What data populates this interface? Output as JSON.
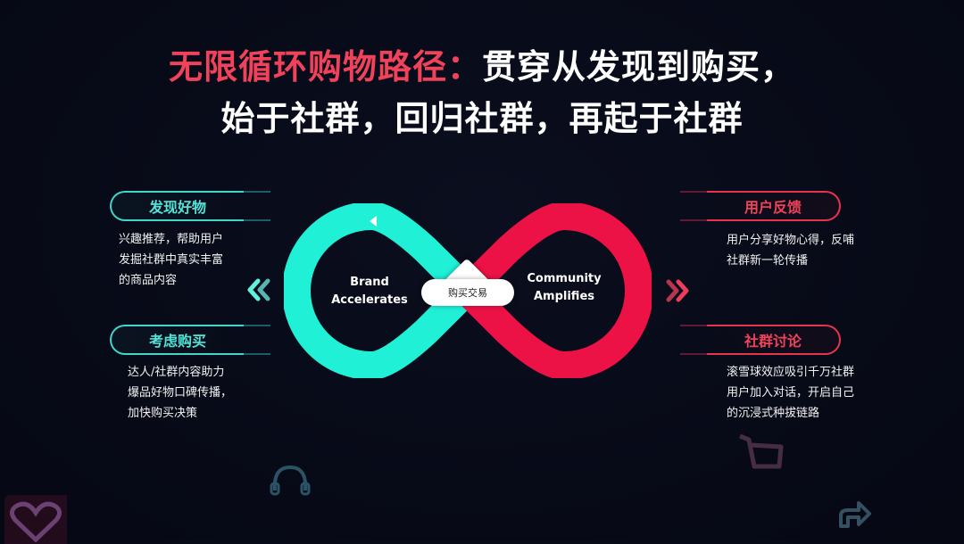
{
  "title": {
    "line1_highlight": "无限循环购物路径：",
    "line1_rest": "贯穿从发现到购买，",
    "line2": "始于社群，回归社群，再起于社群"
  },
  "left": {
    "items": [
      {
        "label": "发现好物",
        "desc": [
          "兴趣推荐，帮助用户",
          "发掘社群中真实丰富",
          "的商品内容"
        ]
      },
      {
        "label": "考虑购买",
        "desc": [
          "达人/社群内容助力",
          "爆品好物口碑传播，",
          "加快购买决策"
        ]
      }
    ],
    "arrow": "«"
  },
  "right": {
    "items": [
      {
        "label": "用户反馈",
        "desc": [
          "用户分享好物心得，反哺",
          "社群新一轮传播"
        ]
      },
      {
        "label": "社群讨论",
        "desc": [
          "滚雪球效应吸引千万社群",
          "用户加入对话，开启自己",
          "的沉浸式种拔链路"
        ]
      }
    ],
    "arrow": "»"
  },
  "loop": {
    "left_label_1": "Brand",
    "left_label_2": "Accelerates",
    "right_label_1": "Community",
    "right_label_2": "Amplifies",
    "center_label": "购买交易",
    "colors": {
      "teal": "#1ff0d6",
      "red": "#ec1245"
    }
  },
  "background_icons": [
    "heart-icon",
    "headset-icon",
    "cart-icon",
    "share-icon"
  ]
}
